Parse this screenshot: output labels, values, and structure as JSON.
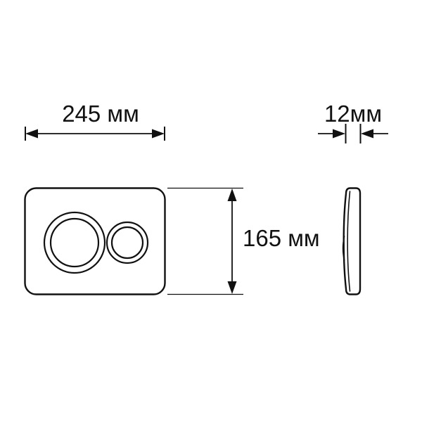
{
  "page": {
    "background": "#ffffff"
  },
  "drawing": {
    "line_color": "#111111",
    "labels": {
      "width": "245 мм",
      "height": "165 мм",
      "thickness": "12мм"
    }
  }
}
